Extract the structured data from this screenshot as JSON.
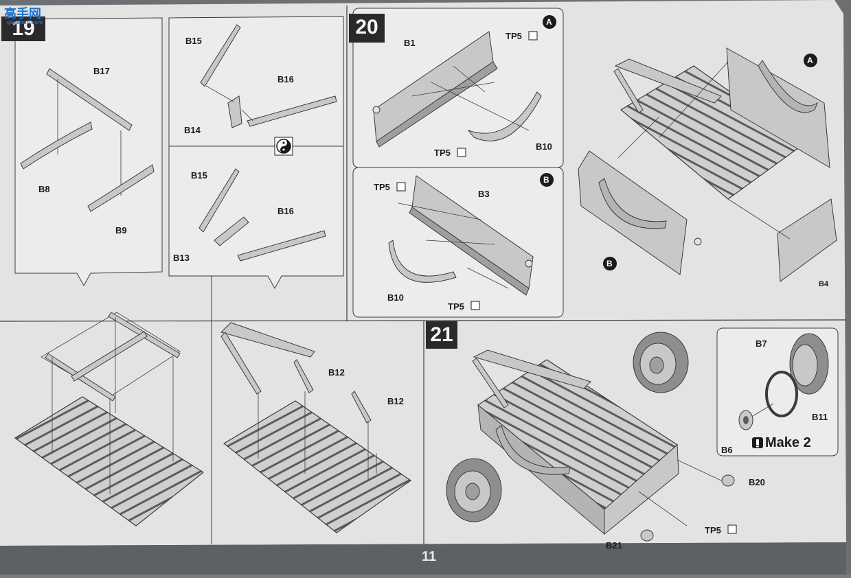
{
  "watermark": {
    "logo_text": "高手网",
    "url": "gaoshou.com"
  },
  "steps": {
    "s19": "19",
    "s20": "20",
    "s21": "21"
  },
  "page_number": "11",
  "labels": {
    "b17": "B17",
    "b8": "B8",
    "b9": "B9",
    "b15_top": "B15",
    "b16_top": "B16",
    "b14": "B14",
    "b15_bot": "B15",
    "b16_bot": "B16",
    "b13": "B13",
    "b12_a": "B12",
    "b12_b": "B12",
    "b1": "B1",
    "tp5_a1": "TP5",
    "tp5_a2": "TP5",
    "b10_a": "B10",
    "tp5_b1": "TP5",
    "b3": "B3",
    "b10_b": "B10",
    "tp5_b2": "TP5",
    "b4": "B4",
    "callout_a": "A",
    "callout_b": "B",
    "sub_a": "A",
    "sub_b": "B",
    "b7": "B7",
    "b11": "B11",
    "b6": "B6",
    "make2": "Make 2",
    "b20": "B20",
    "b21": "B21",
    "tp5_c": "TP5"
  },
  "icons": [
    "yin-yang-icon",
    "glue-icon",
    "exclamation-icon"
  ],
  "colors": {
    "paper": "#e3e4e2",
    "panel_bg": "#ececea",
    "line": "#3a3a3a",
    "part_fill": "#c8c9c6",
    "dark": "#2a2a2a",
    "watermark": "#1e6fd0"
  }
}
